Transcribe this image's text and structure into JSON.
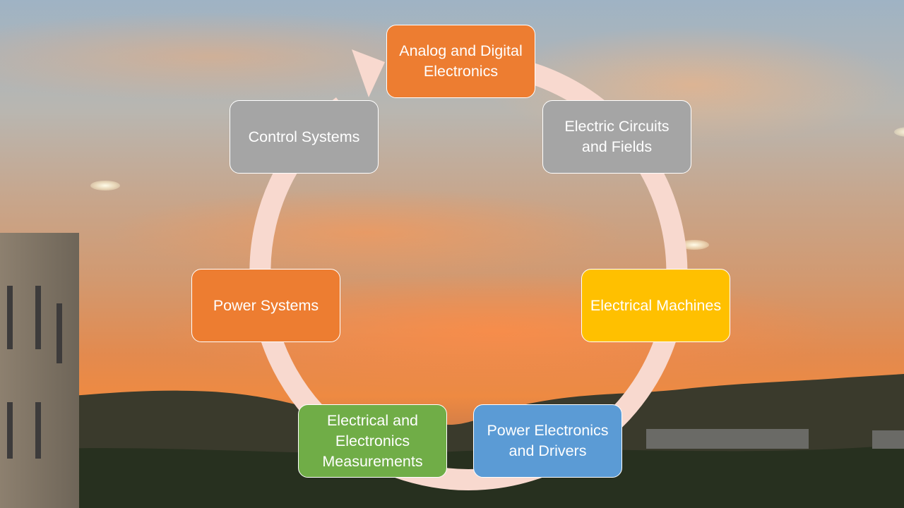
{
  "diagram": {
    "type": "cycle",
    "nodes": [
      {
        "id": "analog-digital",
        "label": "Analog and Digital Electronics",
        "color": "#ed7d31"
      },
      {
        "id": "circuits-fields",
        "label": "Electric Circuits and Fields",
        "color": "#a5a5a5"
      },
      {
        "id": "machines",
        "label": "Electrical Machines",
        "color": "#ffc000"
      },
      {
        "id": "power-electronics",
        "label": "Power Electronics and Drivers",
        "color": "#5b9bd5"
      },
      {
        "id": "measurements",
        "label": "Electrical and Electronics Measurements",
        "color": "#70ad47"
      },
      {
        "id": "power-systems",
        "label": "Power Systems",
        "color": "#ed7d31"
      },
      {
        "id": "control-systems",
        "label": "Control Systems",
        "color": "#a5a5a5"
      }
    ],
    "ring_color": "#f8d9cf",
    "direction": "clockwise"
  }
}
